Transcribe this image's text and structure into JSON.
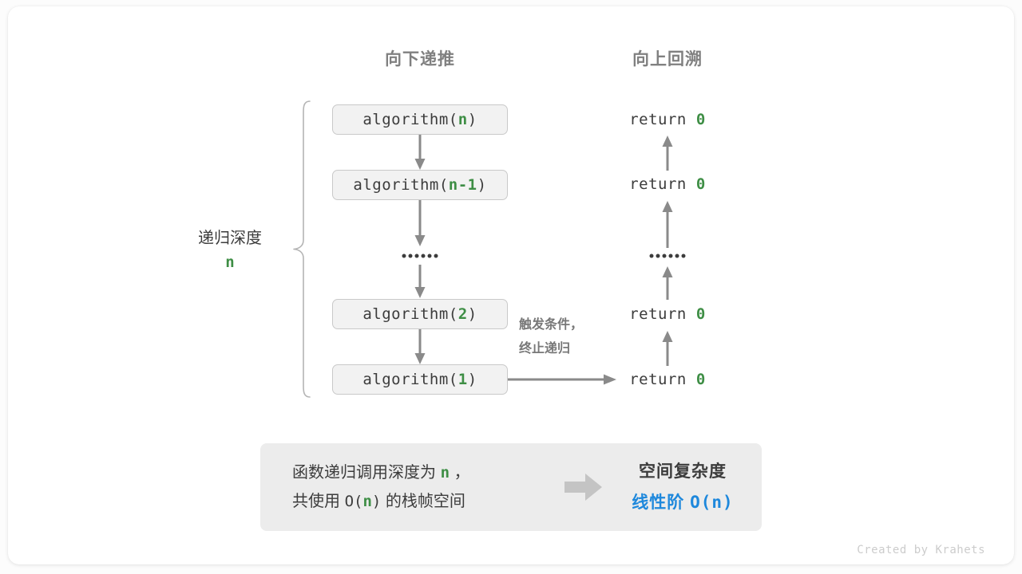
{
  "headers": {
    "down": "向下递推",
    "up": "向上回溯"
  },
  "depth": {
    "label": "递归深度",
    "value": "n"
  },
  "calls": [
    {
      "fn": "algorithm(",
      "arg": "n",
      "close": ")"
    },
    {
      "fn": "algorithm(",
      "arg": "n-1",
      "close": ")"
    },
    {
      "fn": "algorithm(",
      "arg": "2",
      "close": ")"
    },
    {
      "fn": "algorithm(",
      "arg": "1",
      "close": ")"
    }
  ],
  "returns": [
    {
      "text": "return ",
      "value": "0"
    },
    {
      "text": "return ",
      "value": "0"
    },
    {
      "text": "return ",
      "value": "0"
    },
    {
      "text": "return ",
      "value": "0"
    }
  ],
  "side_note": {
    "line1": "触发条件，",
    "line2": "终止递归"
  },
  "summary": {
    "left_line1_a": "函数递归调用深度为",
    "left_line1_n": "n",
    "left_line1_b": "，",
    "left_line2_a": "共使用",
    "left_line2_o": "O(",
    "left_line2_n": "n",
    "left_line2_close": ")",
    "left_line2_b": "的栈帧空间",
    "right_title": "空间复杂度",
    "right_value_label": "线性阶",
    "right_value_expr": "O(n)"
  },
  "credit": "Created by Krahets",
  "colors": {
    "green": "#3e8e45",
    "blue": "#1e88dc",
    "arrow": "#8a8a8a",
    "text": "#3c3c3c",
    "muted": "#808080",
    "panel": "#ececec",
    "box_fill": "#f2f2f2",
    "box_border": "#c9c9c9"
  }
}
